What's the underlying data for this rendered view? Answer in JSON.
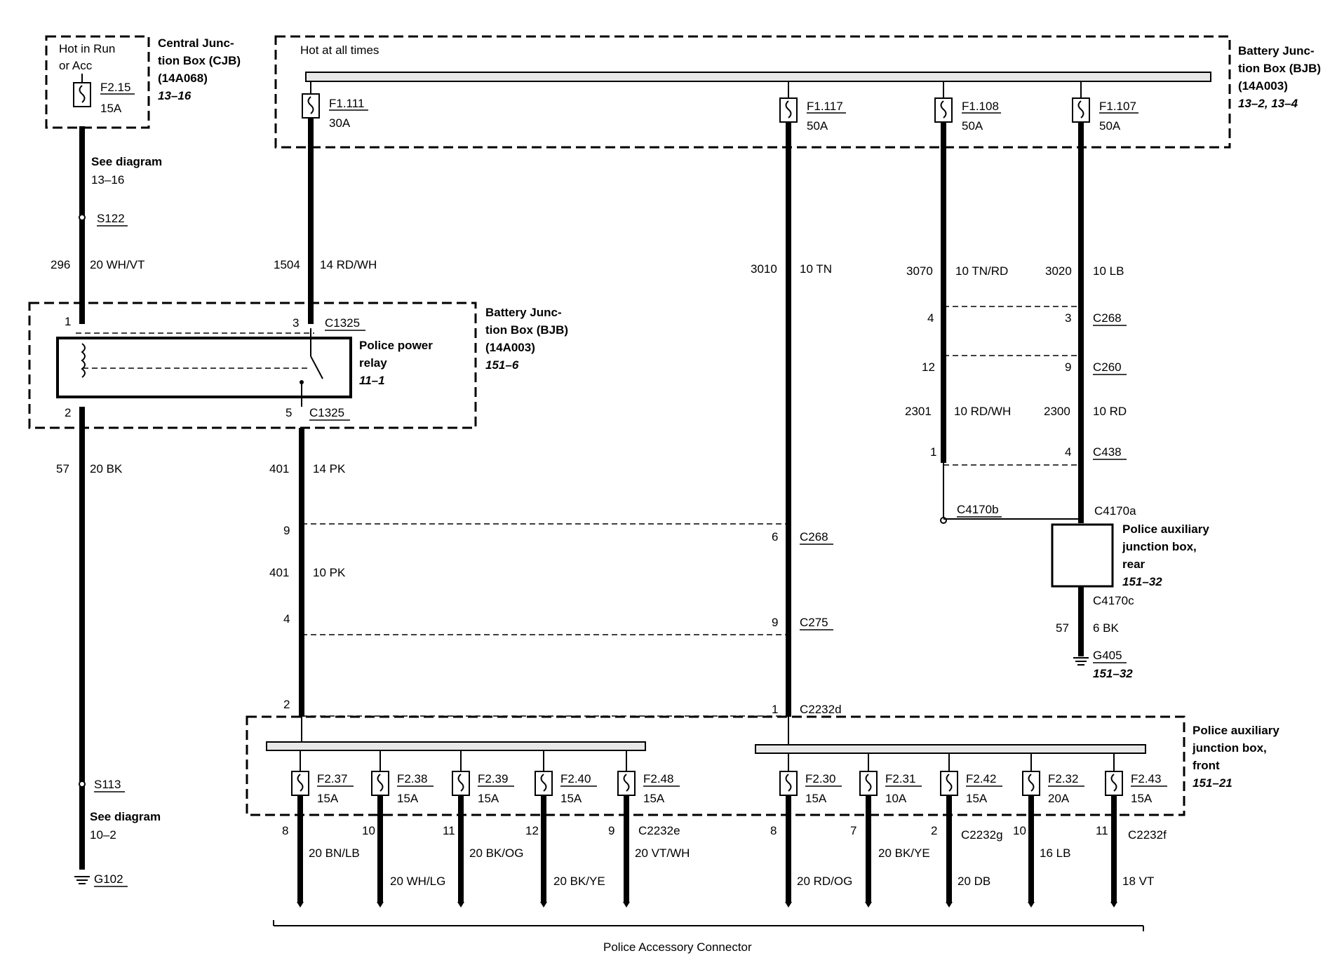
{
  "cjb": {
    "line1": "Hot in Run",
    "line2": "or Acc",
    "t1": "Central Junc-",
    "t2": "tion Box (CJB)",
    "t3": "(14A068)",
    "t4": "13–16"
  },
  "bjb_top": {
    "hot": "Hot at all times",
    "t1": "Battery Junc-",
    "t2": "tion Box (BJB)",
    "t3": "(14A003)",
    "t4": "13–2, 13–4"
  },
  "bjb_relay": {
    "t1": "Battery Junc-",
    "t2": "tion Box (BJB)",
    "t3": "(14A003)",
    "t4": "151–6"
  },
  "relay": {
    "t1": "Police power",
    "t2": "relay",
    "t3": "11–1"
  },
  "aux_rear": {
    "t1": "Police auxiliary",
    "t2": "junction box,",
    "t3": "rear",
    "t4": "151–32"
  },
  "aux_front": {
    "t1": "Police auxiliary",
    "t2": "junction box,",
    "t3": "front",
    "t4": "151–21"
  },
  "fuses_top": [
    {
      "id": "F2.15",
      "amp": "15A"
    },
    {
      "id": "F1.111",
      "amp": "30A"
    },
    {
      "id": "F1.117",
      "amp": "50A"
    },
    {
      "id": "F1.108",
      "amp": "50A"
    },
    {
      "id": "F1.107",
      "amp": "50A"
    }
  ],
  "fuses_front": [
    {
      "id": "F2.37",
      "amp": "15A"
    },
    {
      "id": "F2.38",
      "amp": "15A"
    },
    {
      "id": "F2.39",
      "amp": "15A"
    },
    {
      "id": "F2.40",
      "amp": "15A"
    },
    {
      "id": "F2.48",
      "amp": "15A"
    },
    {
      "id": "F2.30",
      "amp": "15A"
    },
    {
      "id": "F2.31",
      "amp": "10A"
    },
    {
      "id": "F2.42",
      "amp": "15A"
    },
    {
      "id": "F2.32",
      "amp": "20A"
    },
    {
      "id": "F2.43",
      "amp": "15A"
    }
  ],
  "left": {
    "see1": "See diagram",
    "see1b": "13–16",
    "s122": "S122",
    "c296": "296",
    "w296": "20 WH/VT",
    "c57": "57",
    "w57": "20 BK",
    "s113": "S113",
    "see2": "See diagram",
    "see2b": "10–2",
    "g102": "G102"
  },
  "mid": {
    "c1504": "1504",
    "w1504": "14 RD/WH",
    "c401a": "401",
    "w401a": "14 PK",
    "c401b": "401",
    "w401b": "10 PK",
    "c3010": "3010",
    "w3010": "10 TN"
  },
  "right": {
    "c3070": "3070",
    "w3070": "10 TN/RD",
    "c3020": "3020",
    "w3020": "10 LB",
    "c2301": "2301",
    "w2301": "10 RD/WH",
    "c2300": "2300",
    "w2300": "10 RD",
    "c57": "57",
    "w57": "6 BK",
    "g405": "G405",
    "g405ref": "151–32"
  },
  "connectors": {
    "c1325": "C1325",
    "c268": "C268",
    "c260": "C260",
    "c438": "C438",
    "c4170b": "C4170b",
    "c4170a": "C4170a",
    "c4170c": "C4170c",
    "c275": "C275",
    "c2232d": "C2232d",
    "c2232e": "C2232e",
    "c2232g": "C2232g",
    "c2232f": "C2232f"
  },
  "pins": {
    "p1": "1",
    "p2": "2",
    "p3": "3",
    "p5": "5",
    "p4a": "4",
    "p3b": "3",
    "p12": "12",
    "p9a": "9",
    "p1b": "1",
    "p4b": "4",
    "p9b": "9",
    "p6": "6",
    "p4c": "4",
    "p9c": "9",
    "p2b": "2",
    "p1c": "1"
  },
  "outputs": [
    {
      "pin": "8",
      "wire": "20 BN/LB"
    },
    {
      "pin": "10",
      "wire": "20 WH/LG"
    },
    {
      "pin": "11",
      "wire": "20 BK/OG"
    },
    {
      "pin": "12",
      "wire": "20 BK/YE"
    },
    {
      "pin": "9",
      "wire": "20 VT/WH"
    },
    {
      "pin": "8",
      "wire": "20 RD/OG"
    },
    {
      "pin": "7",
      "wire": "20 BK/YE"
    },
    {
      "pin": "2",
      "wire": "20 DB"
    },
    {
      "pin": "10",
      "wire": "16 LB"
    },
    {
      "pin": "11",
      "wire": "18 VT"
    }
  ],
  "bottom": {
    "label": "Police Accessory Connector"
  }
}
